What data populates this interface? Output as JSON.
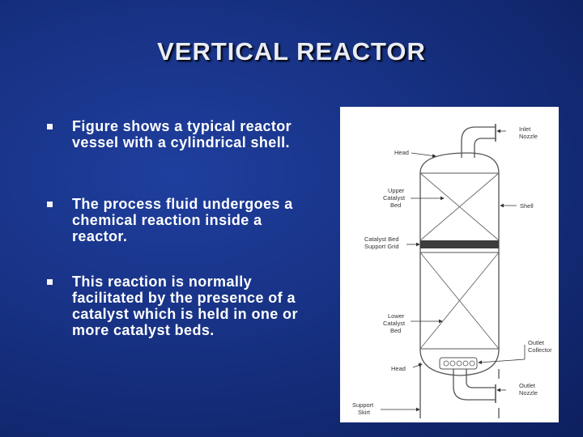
{
  "slide": {
    "title": "VERTICAL REACTOR",
    "bullets": [
      "Figure shows a typical reactor vessel with a cylindrical shell.",
      "The process fluid undergoes a chemical reaction inside a reactor.",
      "This reaction is normally facilitated by the presence of a catalyst which is held in one or more catalyst beds."
    ]
  },
  "diagram": {
    "labels": {
      "inlet_nozzle": [
        "Inlet",
        "Nozzle"
      ],
      "head_top": [
        "Head"
      ],
      "upper_bed": [
        "Upper",
        "Catalyst",
        "Bed"
      ],
      "shell": [
        "Shell"
      ],
      "support_grid": [
        "Catalyst Bed",
        "Support Grid"
      ],
      "lower_bed": [
        "Lower",
        "Catalyst",
        "Bed"
      ],
      "outlet_collector": [
        "Outlet",
        "Collector"
      ],
      "head_bottom": [
        "Head"
      ],
      "outlet_nozzle": [
        "Outlet",
        "Nozzle"
      ],
      "support_skirt": [
        "Support",
        "Skirt"
      ]
    }
  }
}
